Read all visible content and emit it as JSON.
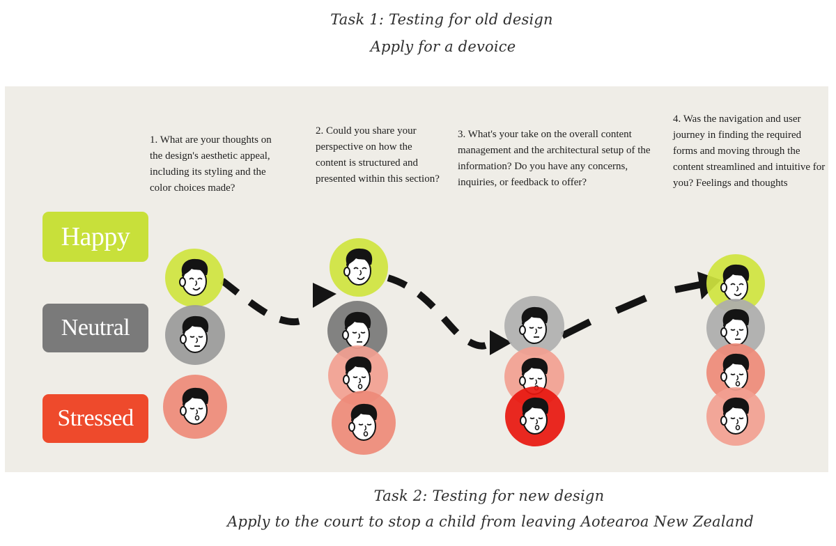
{
  "header": {
    "task1_title": "Task 1: Testing for old design",
    "task1_subtitle": "Apply for a devoice"
  },
  "moods": {
    "happy": {
      "label": "Happy",
      "color": "#c8e03a"
    },
    "neutral": {
      "label": "Neutral",
      "color": "#7a7a7a"
    },
    "stressed": {
      "label": "Stressed",
      "color": "#ee4a2c"
    }
  },
  "questions": [
    "1. What are your thoughts on the design's aesthetic appeal, including its styling and the color choices made?",
    "2. Could you share your perspective on how the content is structured and presented within this section?",
    "3. What's your take on the overall content management and the architectural setup of the information? Do you have any concerns, inquiries, or feedback to offer?",
    "4. Was the navigation and user journey in finding the required forms and moving through the content streamlined and intuitive for you? Feelings and thoughts"
  ],
  "footer": {
    "task2_title": "Task 2: Testing for new design",
    "task2_subtitle": "Apply to the court to stop a child from leaving Aotearoa New  Zealand"
  },
  "face_colors": {
    "happy": "#cfe43f",
    "neutral": "#9a9a9a",
    "stressed_light": "#f2a091",
    "stressed_mid": "#ee8a78",
    "stressed_strong": "#e8170f"
  },
  "icons": [
    "face-icon",
    "arrow-head-icon"
  ]
}
